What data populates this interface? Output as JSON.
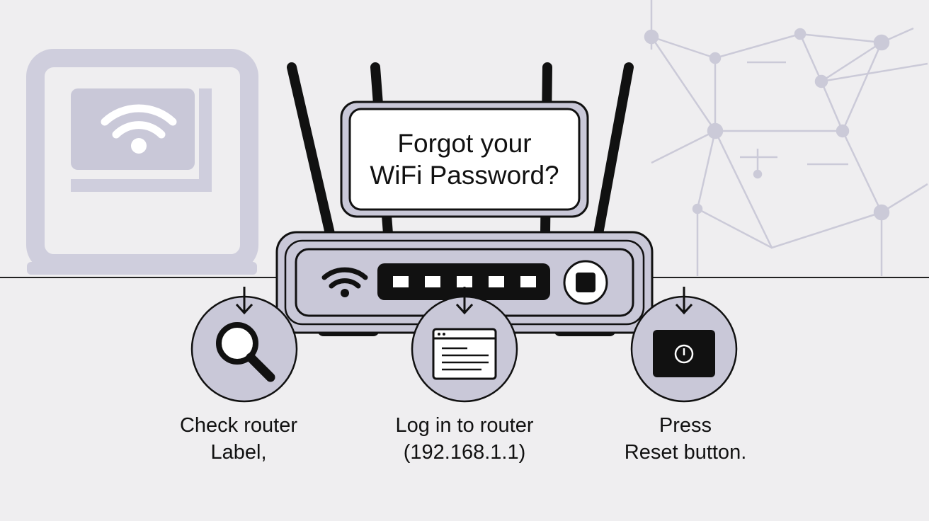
{
  "headline": {
    "line1": "Forgot your",
    "line2": "WiFi Password?"
  },
  "steps": [
    {
      "icon": "magnifier-icon",
      "line1": "Check router",
      "line2": "Label,"
    },
    {
      "icon": "browser-window-icon",
      "line1": "Log in to router",
      "line2": "(192.168.1.1)"
    },
    {
      "icon": "reset-button-icon",
      "line1": "Press",
      "line2": "Reset button."
    }
  ],
  "colors": {
    "background": "#efeef0",
    "accent_lavender": "#c9c8d8",
    "ink": "#111111"
  }
}
